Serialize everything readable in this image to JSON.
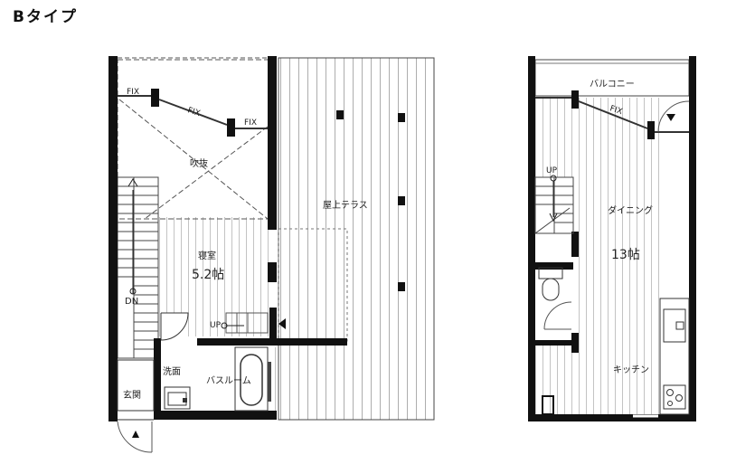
{
  "title": "Bタイプ",
  "plan_left": {
    "labels": {
      "fix_1": "FIX",
      "fix_2": "FIX",
      "fix_3": "FIX",
      "void": "吹抜",
      "bedroom": "寝室",
      "bedroom_size": "5.2帖",
      "rooftop_terrace": "屋上テラス",
      "down": "DN",
      "up": "UP",
      "washroom": "洗面",
      "bathroom": "バスルーム",
      "entrance": "玄関"
    }
  },
  "plan_right": {
    "labels": {
      "balcony": "バルコニー",
      "fix": "FIX",
      "up": "UP",
      "dining": "ダイニング",
      "dining_size": "13帖",
      "kitchen": "キッチン"
    }
  },
  "colors": {
    "wall": "#111111",
    "line": "#555555",
    "background": "#ffffff"
  }
}
